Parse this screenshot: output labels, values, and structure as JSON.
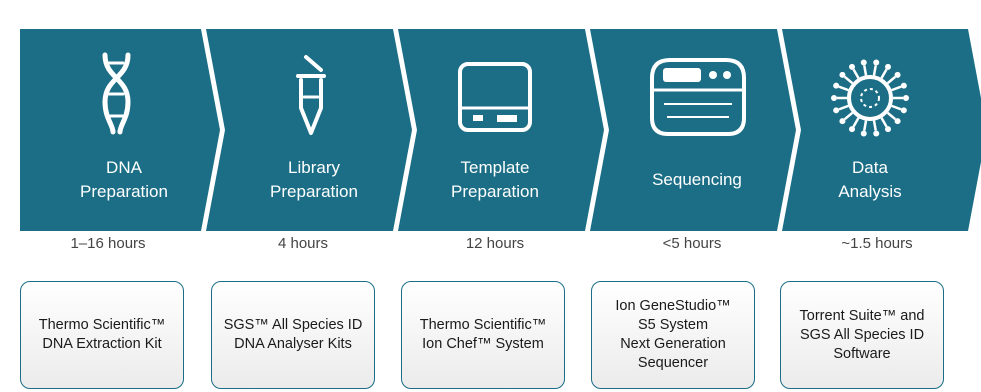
{
  "colors": {
    "chevron": "#1b6e86",
    "text_on_chevron": "#ffffff",
    "box_border": "#1b6e86"
  },
  "stages": [
    {
      "label": "DNA\nPreparation",
      "duration": "1–16 hours",
      "icon": "dna-icon",
      "product": "Thermo Scientific™\nDNA Extraction Kit"
    },
    {
      "label": "Library\nPreparation",
      "duration": "4 hours",
      "icon": "test-tube-icon",
      "product": "SGS™ All Species ID\nDNA Analyser Kits"
    },
    {
      "label": "Template\nPreparation",
      "duration": "12 hours",
      "icon": "ion-chef-instrument-icon",
      "product": "Thermo Scientific™\nIon Chef™ System"
    },
    {
      "label": "Sequencing",
      "duration": "<5 hours",
      "icon": "sequencer-instrument-icon",
      "product": "Ion GeneStudio™\nS5 System\nNext Generation\nSequencer"
    },
    {
      "label": "Data\nAnalysis",
      "duration": "~1.5 hours",
      "icon": "virus-icon",
      "product": "Torrent Suite™ and\nSGS All Species ID\nSoftware"
    }
  ]
}
